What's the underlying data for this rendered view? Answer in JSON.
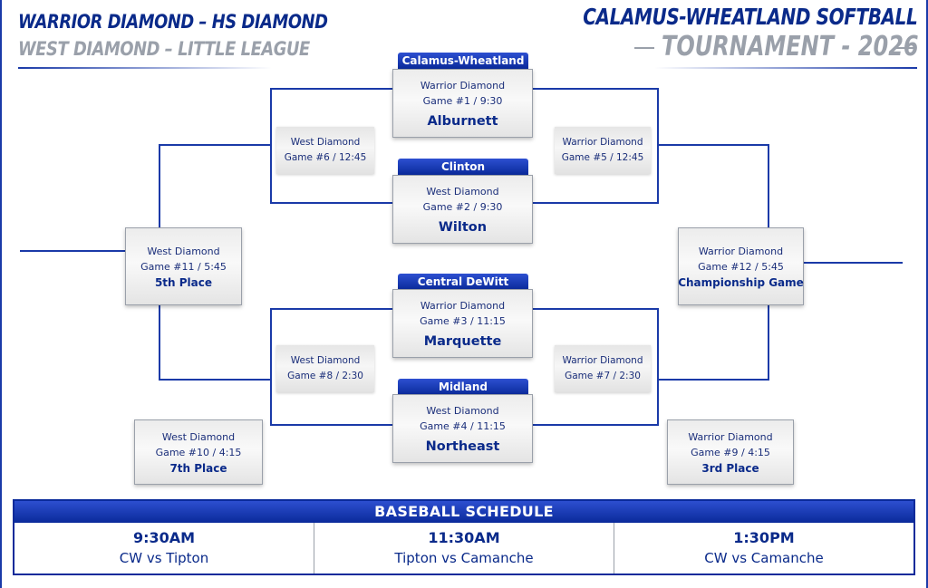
{
  "header": {
    "left_line1": "WARRIOR DIAMOND – HS DIAMOND",
    "left_line2": "WEST DIAMOND – LITTLE LEAGUE",
    "right_line1": "CALAMUS-WHEATLAND SOFTBALL",
    "right_line2": "TOURNAMENT - 2026"
  },
  "teams": {
    "calamus": "Calamus-Wheatland",
    "clinton": "Clinton",
    "central": "Central DeWitt",
    "midland": "Midland"
  },
  "games": {
    "g1": {
      "venue": "Warrior Diamond",
      "game": "Game #1 / 9:30",
      "team": "Alburnett"
    },
    "g2": {
      "venue": "West Diamond",
      "game": "Game #2 / 9:30",
      "team": "Wilton"
    },
    "g3": {
      "venue": "Warrior Diamond",
      "game": "Game #3 / 11:15",
      "team": "Marquette"
    },
    "g4": {
      "venue": "West Diamond",
      "game": "Game #4 / 11:15",
      "team": "Northeast"
    },
    "g5": {
      "venue": "Warrior Diamond",
      "game": "Game #5 / 12:45"
    },
    "g6": {
      "venue": "West Diamond",
      "game": "Game #6 / 12:45"
    },
    "g7": {
      "venue": "Warrior Diamond",
      "game": "Game #7 / 2:30"
    },
    "g8": {
      "venue": "West Diamond",
      "game": "Game #8 / 2:30"
    },
    "g9": {
      "venue": "Warrior Diamond",
      "game": "Game #9 / 4:15",
      "label": "3rd Place"
    },
    "g10": {
      "venue": "West Diamond",
      "game": "Game #10 / 4:15",
      "label": "7th Place"
    },
    "g11": {
      "venue": "West Diamond",
      "game": "Game #11 / 5:45",
      "label": "5th Place"
    },
    "g12": {
      "venue": "Warrior Diamond",
      "game": "Game #12 / 5:45",
      "label": "Championship Game"
    }
  },
  "schedule": {
    "title": "BASEBALL SCHEDULE",
    "items": [
      {
        "time": "9:30AM",
        "match": "CW vs Tipton"
      },
      {
        "time": "11:30AM",
        "match": "Tipton vs Camanche"
      },
      {
        "time": "1:30PM",
        "match": "CW vs Camanche"
      }
    ]
  },
  "colors": {
    "navy": "#0a2a8a",
    "blue": "#1a3aa8",
    "gray": "#9aa0aa"
  }
}
